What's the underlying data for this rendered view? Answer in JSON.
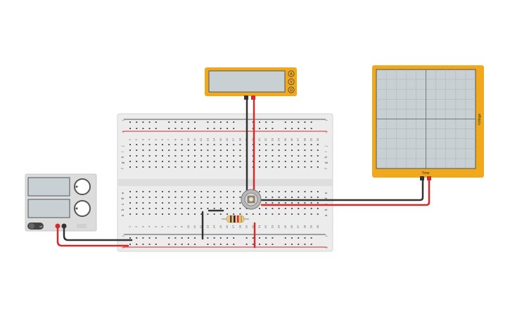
{
  "meters": {
    "multimeter": {
      "modes": [
        "A",
        "V",
        "Ω"
      ]
    },
    "oscilloscope": {
      "x_label": "Time",
      "y_label": "Voltage"
    },
    "power_supply": {
      "off_label": "off"
    }
  },
  "breadboard": {
    "rail_minus": "−",
    "rail_plus": "+",
    "row_letters_top": [
      "j",
      "i",
      "h",
      "g",
      "f"
    ],
    "row_letters_bottom": [
      "e",
      "d",
      "c",
      "b",
      "a"
    ],
    "column_count": 30
  },
  "colors": {
    "meter_body": "#f0a81c",
    "screen": "#c8d0d4",
    "breadboard": "#ececec",
    "wire_red": "#d42a2a",
    "wire_black": "#333333",
    "power_supply": "#dcdcdc"
  },
  "icons": [
    "multimeter-icon",
    "oscilloscope-icon",
    "power-supply-icon",
    "potentiometer-icon",
    "resistor-icon"
  ]
}
